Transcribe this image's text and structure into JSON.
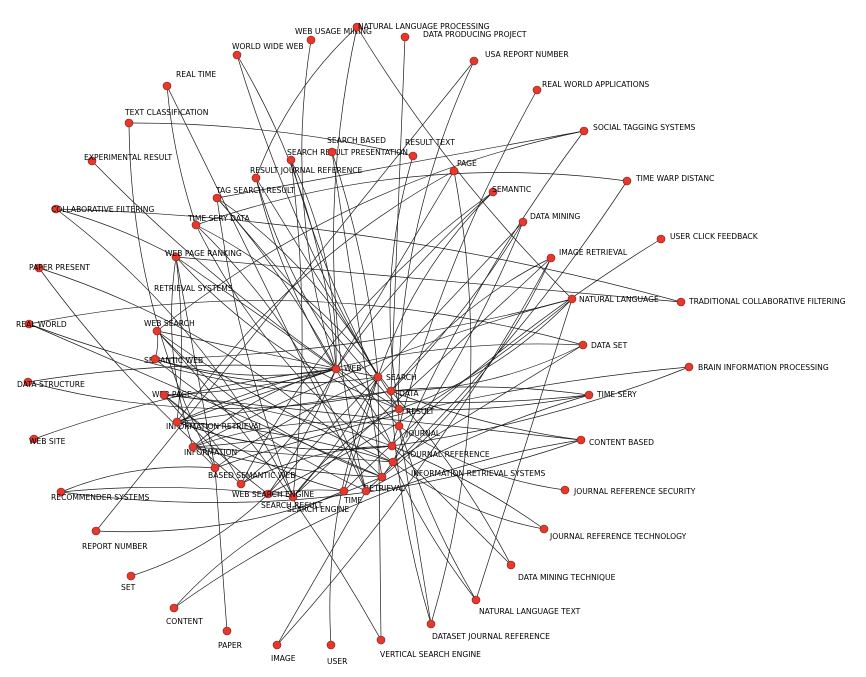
{
  "graph": {
    "node_color": "#e8372c",
    "edge_color": "#1a1a1a",
    "nodes": [
      {
        "id": "web",
        "label": "WEB"
      },
      {
        "id": "search",
        "label": "SEARCH"
      },
      {
        "id": "data",
        "label": "DATA"
      },
      {
        "id": "result",
        "label": "RESULT"
      },
      {
        "id": "journal",
        "label": "JOURNAL"
      },
      {
        "id": "journal-reference",
        "label": "JOURNAL REFERENCE"
      },
      {
        "id": "information-retrieval-systems",
        "label": "INFORMATION RETRIEVAL SYSTEMS"
      },
      {
        "id": "retrieval",
        "label": "RETRIEVAL"
      },
      {
        "id": "time",
        "label": "TIME"
      },
      {
        "id": "search-engine",
        "label": "SEARCH ENGINE"
      },
      {
        "id": "search-result",
        "label": "SEARCH RESULT"
      },
      {
        "id": "web-search-engine",
        "label": "WEB SEARCH ENGINE"
      },
      {
        "id": "based-semantic-web",
        "label": "BASED SEMANTIC WEB"
      },
      {
        "id": "information",
        "label": "INFORMATION"
      },
      {
        "id": "information-retrieval",
        "label": "INFORMATION RETRIEVAL"
      },
      {
        "id": "web-page",
        "label": "WEB PAGE"
      },
      {
        "id": "semantic-web",
        "label": "SEMANTIC WEB"
      },
      {
        "id": "web-search",
        "label": "WEB SEARCH"
      },
      {
        "id": "retrieval-systems",
        "label": "RETRIEVAL SYSTEMS"
      },
      {
        "id": "web-page-ranking",
        "label": "WEB PAGE RANKING"
      },
      {
        "id": "time-sery-data",
        "label": "TIME SERY DATA"
      },
      {
        "id": "tag-search-result",
        "label": "TAG SEARCH RESULT"
      },
      {
        "id": "result-journal-reference",
        "label": "RESULT JOURNAL REFERENCE"
      },
      {
        "id": "search-result-presentation",
        "label": "SEARCH RESULT PRESENTATION"
      },
      {
        "id": "search-based",
        "label": "SEARCH BASED"
      },
      {
        "id": "result-text",
        "label": "RESULT TEXT"
      },
      {
        "id": "page",
        "label": "PAGE"
      },
      {
        "id": "semantic",
        "label": "SEMANTIC"
      },
      {
        "id": "data-mining",
        "label": "DATA MINING"
      },
      {
        "id": "image-retrieval",
        "label": "IMAGE RETRIEVAL"
      },
      {
        "id": "natural-language",
        "label": "NATURAL LANGUAGE"
      },
      {
        "id": "data-set",
        "label": "DATA SET"
      },
      {
        "id": "time-sery",
        "label": "TIME SERY"
      },
      {
        "id": "content-based",
        "label": "CONTENT BASED"
      },
      {
        "id": "journal-reference-security",
        "label": "JOURNAL REFERENCE SECURITY"
      },
      {
        "id": "journal-reference-technology",
        "label": "JOURNAL REFERENCE TECHNOLOGY"
      },
      {
        "id": "data-mining-technique",
        "label": "DATA MINING TECHNIQUE"
      },
      {
        "id": "natural-language-text",
        "label": "NATURAL LANGUAGE TEXT"
      },
      {
        "id": "dataset-journal-reference",
        "label": "DATASET JOURNAL REFERENCE"
      },
      {
        "id": "vertical-search-engine",
        "label": "VERTICAL SEARCH ENGINE"
      },
      {
        "id": "user",
        "label": "USER"
      },
      {
        "id": "image",
        "label": "IMAGE"
      },
      {
        "id": "paper",
        "label": "PAPER"
      },
      {
        "id": "content",
        "label": "CONTENT"
      },
      {
        "id": "set",
        "label": "SET"
      },
      {
        "id": "report-number",
        "label": "REPORT NUMBER"
      },
      {
        "id": "recommender-systems",
        "label": "RECOMMENDER SYSTEMS"
      },
      {
        "id": "web-site",
        "label": "WEB SITE"
      },
      {
        "id": "data-structure",
        "label": "DATA STRUCTURE"
      },
      {
        "id": "real-world",
        "label": "REAL WORLD"
      },
      {
        "id": "paper-present",
        "label": "PAPER PRESENT"
      },
      {
        "id": "collaborative-filtering",
        "label": "COLLABORATIVE FILTERING"
      },
      {
        "id": "experimental-result",
        "label": "EXPERIMENTAL RESULT"
      },
      {
        "id": "text-classification",
        "label": "TEXT CLASSIFICATION"
      },
      {
        "id": "real-time",
        "label": "REAL TIME"
      },
      {
        "id": "world-wide-web",
        "label": "WORLD WIDE WEB"
      },
      {
        "id": "web-usage-mining",
        "label": "WEB USAGE MINING"
      },
      {
        "id": "natural-language-processing",
        "label": "NATURAL LANGUAGE PROCESSING"
      },
      {
        "id": "data-producing-project",
        "label": "DATA PRODUCING PROJECT"
      },
      {
        "id": "usa-report-number",
        "label": "USA REPORT NUMBER"
      },
      {
        "id": "real-world-applications",
        "label": "REAL WORLD APPLICATIONS"
      },
      {
        "id": "social-tagging-systems",
        "label": "SOCIAL TAGGING SYSTEMS"
      },
      {
        "id": "time-warp-distance",
        "label": "TIME WARP DISTANC"
      },
      {
        "id": "user-click-feedback",
        "label": "USER CLICK FEEDBACK"
      },
      {
        "id": "traditional-collaborative-filtering",
        "label": "TRADITIONAL COLLABORATIVE FILTERING"
      },
      {
        "id": "brain-information-processing",
        "label": "BRAIN INFORMATION PROCESSING"
      }
    ],
    "edges": [
      [
        "web",
        "web-search"
      ],
      [
        "web",
        "semantic-web"
      ],
      [
        "web",
        "web-page"
      ],
      [
        "web",
        "data-structure"
      ],
      [
        "web",
        "world-wide-web"
      ],
      [
        "web",
        "web-usage-mining"
      ],
      [
        "web",
        "semantic"
      ],
      [
        "web",
        "page"
      ],
      [
        "web",
        "web-site"
      ],
      [
        "web",
        "search-result-presentation"
      ],
      [
        "web",
        "based-semantic-web"
      ],
      [
        "web",
        "web-search-engine"
      ],
      [
        "web",
        "web-page-ranking"
      ],
      [
        "web",
        "tag-search-result"
      ],
      [
        "web",
        "information-retrieval"
      ],
      [
        "web",
        "journal-reference"
      ],
      [
        "search",
        "search-result"
      ],
      [
        "search",
        "search-engine"
      ],
      [
        "search",
        "search-based"
      ],
      [
        "search",
        "tag-search-result"
      ],
      [
        "search",
        "web-search"
      ],
      [
        "search",
        "search-result-presentation"
      ],
      [
        "search",
        "vertical-search-engine"
      ],
      [
        "search",
        "information"
      ],
      [
        "search",
        "user"
      ],
      [
        "search",
        "semantic"
      ],
      [
        "search",
        "world-wide-web"
      ],
      [
        "search",
        "retrieval-systems"
      ],
      [
        "data",
        "data-mining"
      ],
      [
        "data",
        "data-set"
      ],
      [
        "data",
        "data-structure"
      ],
      [
        "data",
        "data-mining-technique"
      ],
      [
        "data",
        "data-producing-project"
      ],
      [
        "data",
        "dataset-journal-reference"
      ],
      [
        "data",
        "time-sery-data"
      ],
      [
        "data",
        "image-retrieval"
      ],
      [
        "data",
        "time-sery"
      ],
      [
        "data",
        "web-page"
      ],
      [
        "data",
        "content-based"
      ],
      [
        "result",
        "search-result"
      ],
      [
        "result",
        "result-text"
      ],
      [
        "result",
        "experimental-result"
      ],
      [
        "result",
        "result-journal-reference"
      ],
      [
        "result",
        "time-sery"
      ],
      [
        "result",
        "natural-language"
      ],
      [
        "result",
        "web-page-ranking"
      ],
      [
        "result",
        "information-retrieval"
      ],
      [
        "result",
        "tag-search-result"
      ],
      [
        "journal",
        "journal-reference"
      ],
      [
        "journal",
        "journal-reference-security"
      ],
      [
        "journal",
        "result-journal-reference"
      ],
      [
        "journal",
        "real-world-applications"
      ],
      [
        "journal",
        "dataset-journal-reference"
      ],
      [
        "journal",
        "natural-language-text"
      ],
      [
        "journal",
        "information-retrieval"
      ],
      [
        "journal",
        "usa-report-number"
      ],
      [
        "journal-reference",
        "journal-reference-technology"
      ],
      [
        "journal-reference",
        "data-mining-technique"
      ],
      [
        "journal-reference",
        "brain-information-processing"
      ],
      [
        "journal-reference",
        "based-semantic-web"
      ],
      [
        "journal-reference",
        "web-page"
      ],
      [
        "information-retrieval-systems",
        "retrieval-systems"
      ],
      [
        "information-retrieval-systems",
        "information-retrieval"
      ],
      [
        "information-retrieval-systems",
        "natural-language-text"
      ],
      [
        "information-retrieval-systems",
        "journal-reference-technology"
      ],
      [
        "information-retrieval-systems",
        "time-sery-data"
      ],
      [
        "information-retrieval-systems",
        "social-tagging-systems"
      ],
      [
        "information-retrieval-systems",
        "data-set"
      ],
      [
        "information-retrieval-systems",
        "web-page"
      ],
      [
        "retrieval",
        "image-retrieval"
      ],
      [
        "retrieval",
        "retrieval-systems"
      ],
      [
        "retrieval",
        "information-retrieval"
      ],
      [
        "retrieval",
        "real-world"
      ],
      [
        "retrieval",
        "data-mining"
      ],
      [
        "retrieval",
        "paper-present"
      ],
      [
        "retrieval",
        "report-number"
      ],
      [
        "time",
        "time-sery"
      ],
      [
        "time",
        "real-time"
      ],
      [
        "time",
        "time-warp-distance"
      ],
      [
        "time",
        "time-sery-data"
      ],
      [
        "time",
        "natural-language-processing"
      ],
      [
        "time",
        "web-search"
      ],
      [
        "time",
        "image"
      ],
      [
        "search-engine",
        "web-search-engine"
      ],
      [
        "search-engine",
        "content"
      ],
      [
        "search-engine",
        "semantic-web"
      ],
      [
        "search-engine",
        "user-click-feedback"
      ],
      [
        "search-result",
        "image-retrieval"
      ],
      [
        "search-result",
        "recommender-systems"
      ],
      [
        "search-result",
        "collaborative-filtering"
      ],
      [
        "web-search-engine",
        "set"
      ],
      [
        "web-search-engine",
        "semantic-web"
      ],
      [
        "web-search-engine",
        "data-mining"
      ],
      [
        "web-search-engine",
        "natural-language"
      ],
      [
        "based-semantic-web",
        "semantic-web"
      ],
      [
        "based-semantic-web",
        "semantic"
      ],
      [
        "based-semantic-web",
        "paper-present"
      ],
      [
        "information",
        "paper"
      ],
      [
        "information",
        "information-retrieval"
      ],
      [
        "information",
        "recommender-systems"
      ],
      [
        "information",
        "text-classification"
      ],
      [
        "information",
        "brain-information-processing"
      ],
      [
        "information",
        "web-page-ranking"
      ],
      [
        "web-page",
        "web-page-ranking"
      ],
      [
        "web-page",
        "journal-reference"
      ],
      [
        "web-page",
        "data-set"
      ],
      [
        "semantic-web",
        "journal-reference"
      ],
      [
        "semantic-web",
        "content-based"
      ],
      [
        "web-search",
        "natural-language"
      ],
      [
        "web-search",
        "retrieval-systems"
      ],
      [
        "retrieval-systems",
        "social-tagging-systems"
      ],
      [
        "retrieval-systems",
        "vertical-search-engine"
      ],
      [
        "web-page-ranking",
        "traditional-collaborative-filtering"
      ],
      [
        "web-page-ranking",
        "collaborative-filtering"
      ],
      [
        "web-page-ranking",
        "information-retrieval"
      ],
      [
        "time-sery-data",
        "time-warp-distance"
      ],
      [
        "time-sery-data",
        "real-time"
      ],
      [
        "tag-search-result",
        "social-tagging-systems"
      ],
      [
        "tag-search-result",
        "search-result"
      ],
      [
        "result-journal-reference",
        "journal-reference"
      ],
      [
        "result-journal-reference",
        "natural-language-processing"
      ],
      [
        "search-result-presentation",
        "search-result"
      ],
      [
        "search-based",
        "retrieval"
      ],
      [
        "result-text",
        "text-classification"
      ],
      [
        "page",
        "web-page"
      ],
      [
        "page",
        "dataset-journal-reference"
      ],
      [
        "natural-language",
        "natural-language-processing"
      ],
      [
        "natural-language",
        "natural-language-text"
      ],
      [
        "natural-language",
        "information-retrieval"
      ],
      [
        "data-set",
        "real-world"
      ],
      [
        "time-sery",
        "real-world"
      ],
      [
        "image-retrieval",
        "image"
      ],
      [
        "usa-report-number",
        "report-number"
      ],
      [
        "traditional-collaborative-filtering",
        "collaborative-filtering"
      ],
      [
        "content-based",
        "content"
      ],
      [
        "content-based",
        "recommender-systems"
      ],
      [
        "journal-reference-security",
        "security-dummy-ignore"
      ]
    ]
  }
}
